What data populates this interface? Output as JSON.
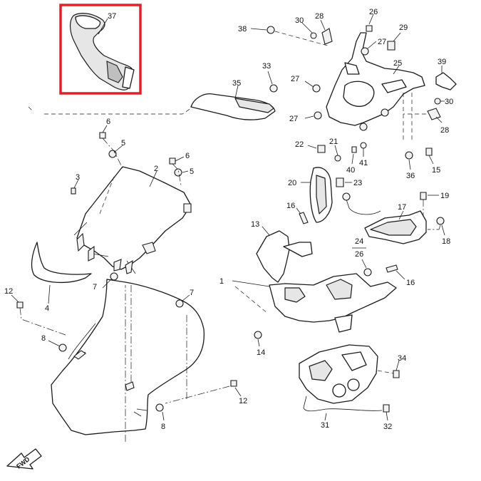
{
  "highlight": {
    "part": "37",
    "color": "#e0202a"
  },
  "labels": {
    "p1": "1",
    "p2": "2",
    "p3": "3",
    "p4": "4",
    "p5a": "5",
    "p5b": "5",
    "p6a": "6",
    "p6b": "6",
    "p7a": "7",
    "p7b": "7",
    "p8a": "8",
    "p8b": "8",
    "p12a": "12",
    "p12b": "12",
    "p13": "13",
    "p14": "14",
    "p15": "15",
    "p16a": "16",
    "p16b": "16",
    "p17": "17",
    "p18": "18",
    "p19": "19",
    "p20": "20",
    "p21": "21",
    "p22": "22",
    "p23": "23",
    "p24": "24",
    "p25": "25",
    "p26a": "26",
    "p26b": "26",
    "p27a": "27",
    "p27b": "27",
    "p27c": "27",
    "p28a": "28",
    "p28b": "28",
    "p29": "29",
    "p30a": "30",
    "p30b": "30",
    "p31": "31",
    "p32": "32",
    "p33": "33",
    "p34": "34",
    "p35": "35",
    "p36": "36",
    "p37": "37",
    "p38": "38",
    "p39": "39",
    "p40": "40",
    "p41": "41",
    "fwd": "FWD"
  }
}
